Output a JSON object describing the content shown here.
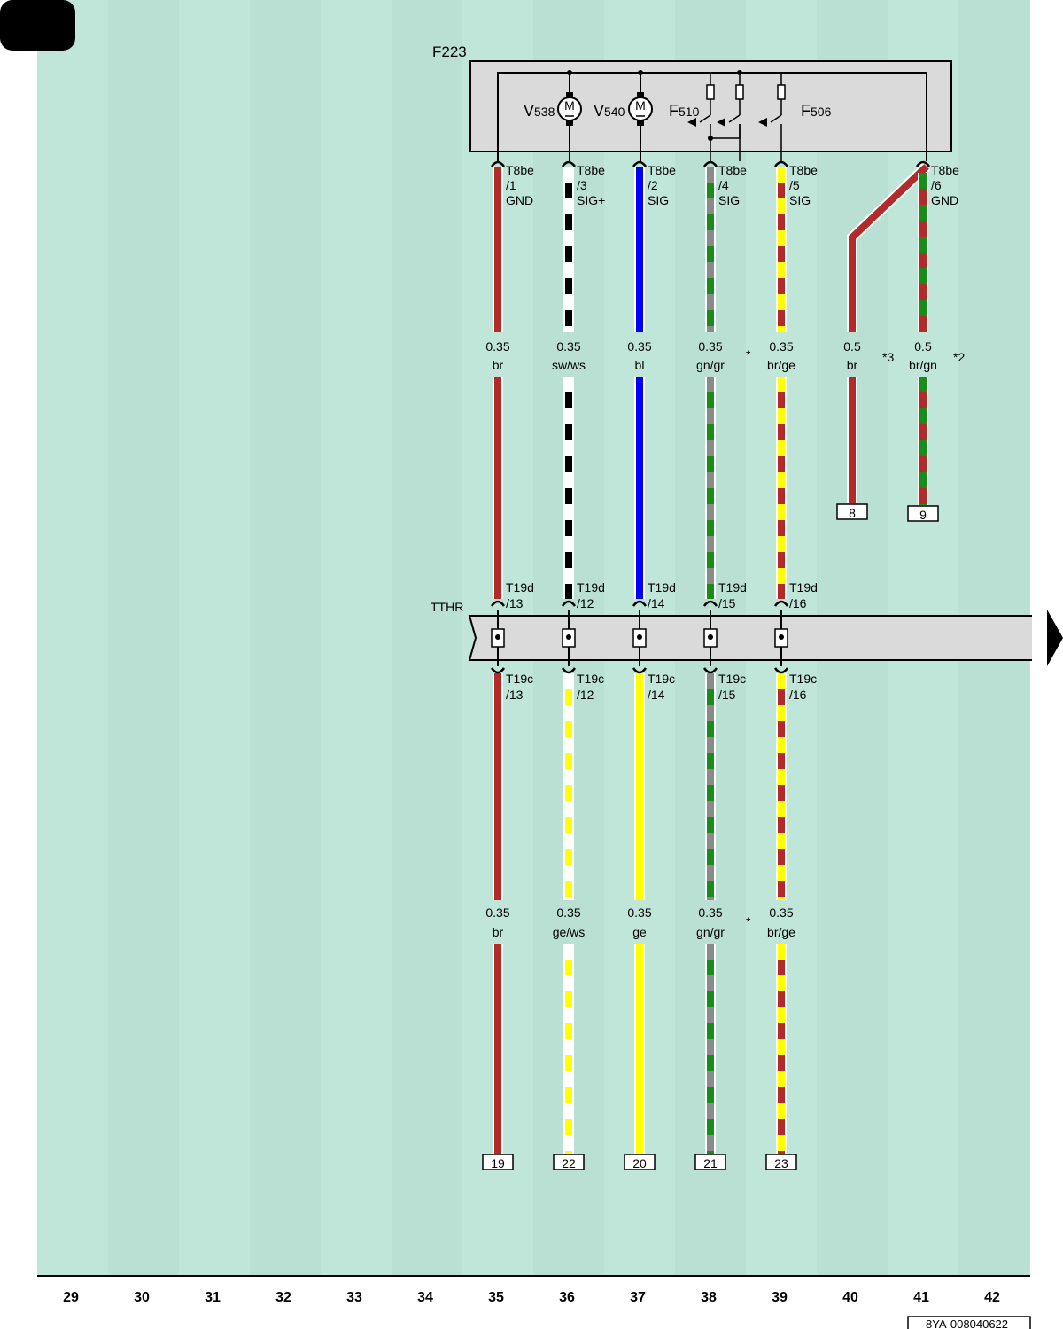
{
  "colors": {
    "background": "#c0e6da",
    "stripe": "#bae0d3",
    "br": "#b22a2a",
    "sw": "#000000",
    "ws": "#ffffff",
    "bl": "#0000ff",
    "gn": "#1a8c1a",
    "gr": "#8a8a8a",
    "ge": "#ffff00",
    "housing": "#dadada",
    "line": "#000000"
  },
  "labels": {
    "component": "F223",
    "harness": "TTHR",
    "doc_id": "8YA-008040622",
    "m_symbol": "M"
  },
  "components": [
    {
      "prefix": "V",
      "sub": "538"
    },
    {
      "prefix": "V",
      "sub": "540"
    },
    {
      "prefix": "F",
      "sub": "510"
    },
    {
      "prefix": "F",
      "sub": "506"
    }
  ],
  "top_wires": [
    {
      "pin": [
        "T8be",
        "/1",
        "GND"
      ],
      "gauge": "0.35",
      "color": "br",
      "split": "br",
      "note": "",
      "end": "",
      "t19d": [
        "T19d",
        "/13"
      ],
      "t19c": [
        "T19c",
        "/13"
      ],
      "gauge2": "0.35",
      "color2": "br",
      "split2": "br",
      "terminal": "19"
    },
    {
      "pin": [
        "T8be",
        "/3",
        "SIG+"
      ],
      "gauge": "0.35",
      "color": "sw/ws",
      "split": "sw/ws",
      "note": "",
      "end": "",
      "t19d": [
        "T19d",
        "/12"
      ],
      "t19c": [
        "T19c",
        "/12"
      ],
      "gauge2": "0.35",
      "color2": "ge/ws",
      "split2": "ge/ws",
      "terminal": "22"
    },
    {
      "pin": [
        "T8be",
        "/2",
        "SIG"
      ],
      "gauge": "0.35",
      "color": "bl",
      "split": "bl",
      "note": "",
      "end": "",
      "t19d": [
        "T19d",
        "/14"
      ],
      "t19c": [
        "T19c",
        "/14"
      ],
      "gauge2": "0.35",
      "color2": "ge",
      "split2": "ge",
      "terminal": "20"
    },
    {
      "pin": [
        "T8be",
        "/4",
        "SIG"
      ],
      "gauge": "0.35",
      "color": "gn/gr",
      "split": "gn/gr",
      "note": "*",
      "end": "",
      "t19d": [
        "T19d",
        "/15"
      ],
      "t19c": [
        "T19c",
        "/15"
      ],
      "gauge2": "0.35",
      "color2": "gn/gr",
      "split2": "gn/gr",
      "terminal": "21"
    },
    {
      "pin": [
        "T8be",
        "/5",
        "SIG"
      ],
      "gauge": "0.35",
      "color": "br/ge",
      "split": "br/ge",
      "note": "",
      "end": "",
      "t19d": [
        "T19d",
        "/16"
      ],
      "t19c": [
        "T19c",
        "/16"
      ],
      "gauge2": "0.35",
      "color2": "br/ge",
      "split2": "br/ge",
      "terminal": "23"
    }
  ],
  "right_wires": [
    {
      "gauge": "0.5",
      "color": "br",
      "note": "*3",
      "end": "8"
    },
    {
      "pin": [
        "T8be",
        "/6",
        "GND"
      ],
      "gauge": "0.5",
      "color": "br/gn",
      "note": "*2",
      "end": "9"
    }
  ],
  "notes": {
    "star2": "*"
  },
  "grid_numbers": [
    "29",
    "30",
    "31",
    "32",
    "33",
    "34",
    "35",
    "36",
    "37",
    "38",
    "39",
    "40",
    "41",
    "42"
  ]
}
